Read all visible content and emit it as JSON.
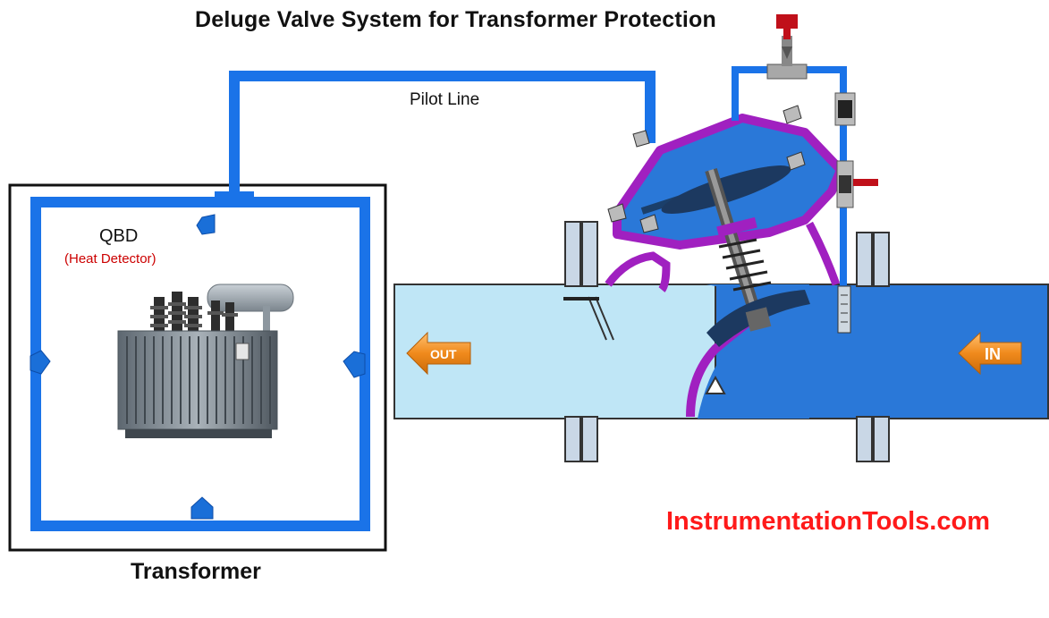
{
  "title": "Deluge Valve System for Transformer Protection",
  "pilot_line_label": "Pilot Line",
  "detector": {
    "name": "QBD",
    "description": "(Heat Detector)"
  },
  "transformer_label": "Transformer",
  "flow": {
    "outlet_label": "OUT",
    "inlet_label": "IN"
  },
  "watermark": "InstrumentationTools.com",
  "colors": {
    "pipe_blue": "#1a73e8",
    "water_light": "#bfe6f6",
    "water_dark": "#2a78d8",
    "valve_body": "#a020c0",
    "arrow_orange": "#f08a1c",
    "handle_red": "#c0101a",
    "watermark_red": "#ff1a1a"
  }
}
